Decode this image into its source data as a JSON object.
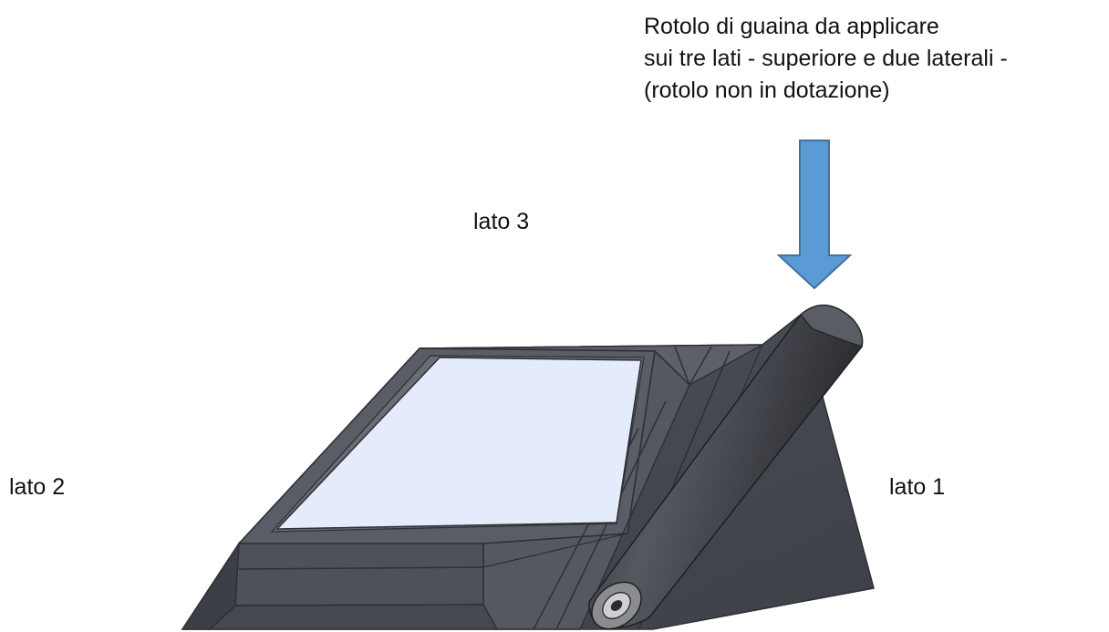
{
  "caption": {
    "lines": [
      "Rotolo di guaina da applicare",
      "sui tre lati - superiore e due laterali -",
      "(rotolo non in dotazione)"
    ]
  },
  "labels": {
    "side_3": "lato 3",
    "side_2": "lato 2",
    "side_1": "lato 1"
  },
  "colors": {
    "arrow_fill": "#5b9bd5",
    "arrow_stroke": "#41719c",
    "membrane": "#4a4d55",
    "frame": "#5c5f67",
    "glass": "#e4ecfb",
    "roll": "#3a3c42"
  }
}
